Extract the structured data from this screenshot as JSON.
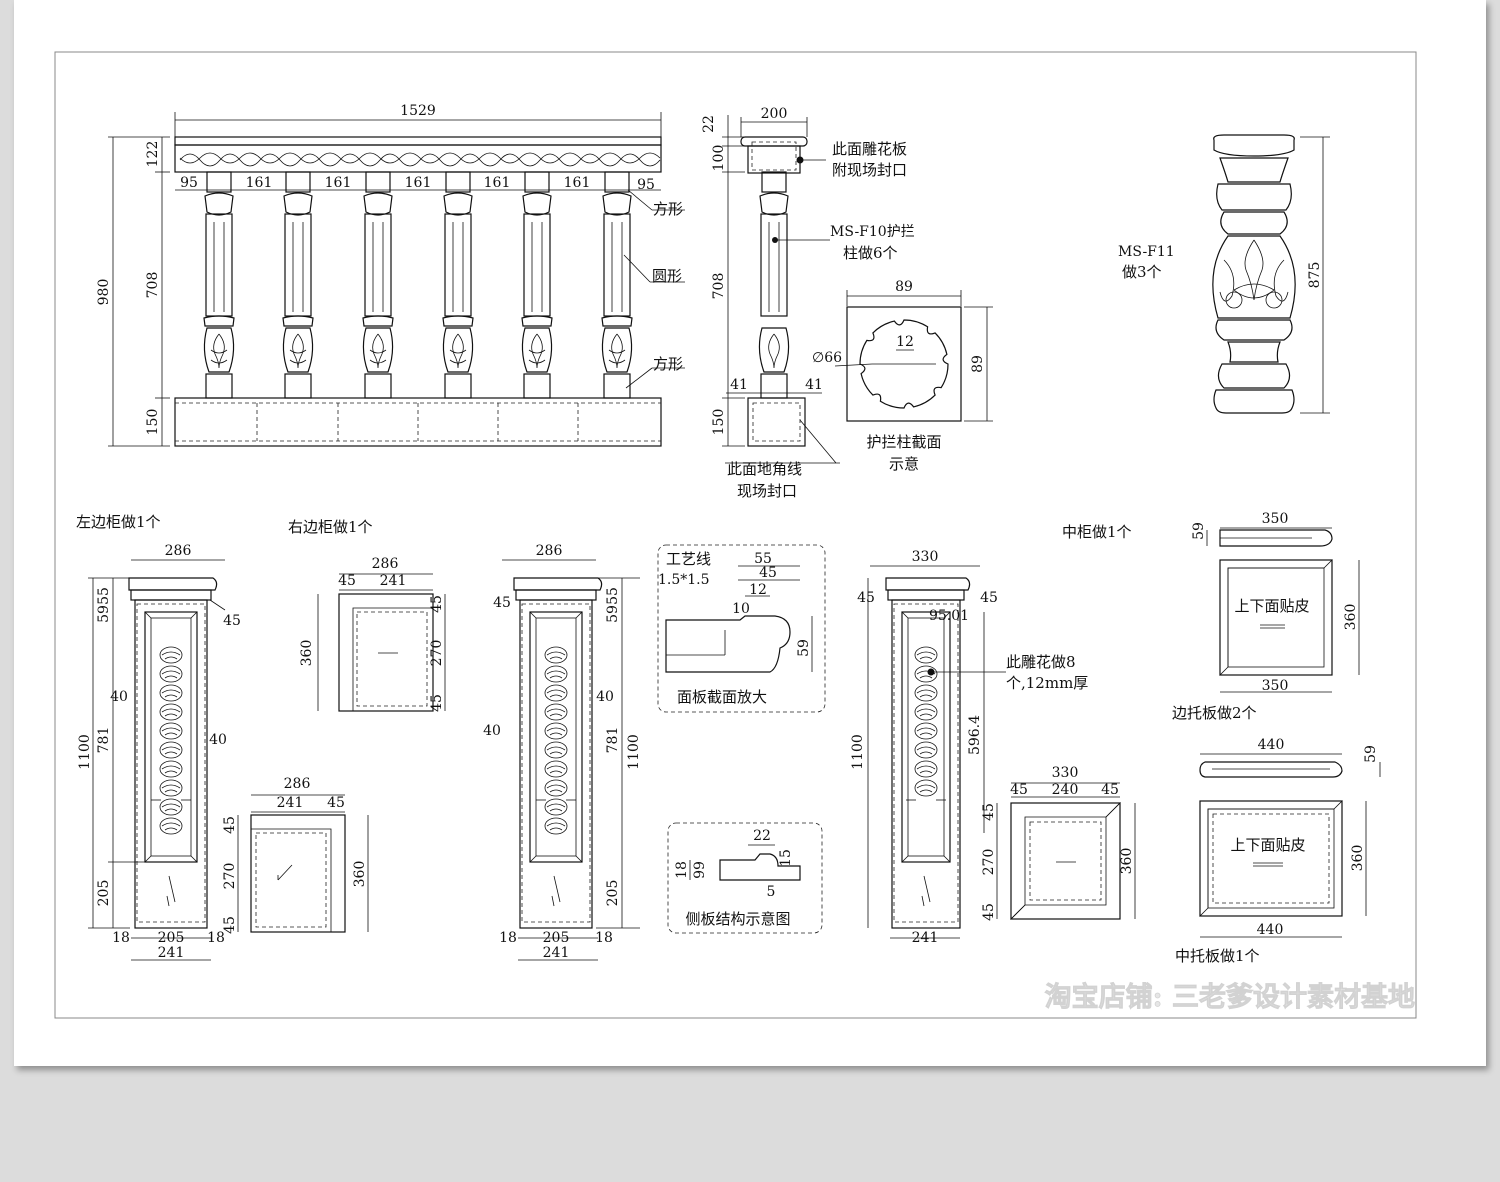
{
  "title_labels": {
    "rail_top_note_1": "此面雕花板",
    "rail_top_note_2": "附现场封口",
    "rail_post_note_1": "MS-F10护拦",
    "rail_post_note_2": "柱做6个",
    "rail_base_note_1": "此面地角线",
    "rail_base_note_2": "现场封口",
    "section_caption_1": "护拦柱截面",
    "section_caption_2": "示意",
    "column_note_1": "MS-F11",
    "column_note_2": "做3个",
    "square_1": "方形",
    "round": "圆形",
    "square_2": "方形",
    "left_cabinet": "左边柜做1个",
    "right_cabinet": "右边柜做1个",
    "middle_cabinet": "中柜做1个",
    "craft_line": "工艺线",
    "craft_spec": "1.5*1.5",
    "panel_section": "面板截面放大",
    "side_structure": "侧板结构示意图",
    "carve_note_1": "此雕花做8",
    "carve_note_2": "个,12mm厚",
    "veneer_1": "上下面贴皮",
    "side_board": "边托板做2个",
    "veneer_2": "上下面贴皮",
    "mid_board": "中托板做1个",
    "watermark": "淘宝店铺: 三老爹设计素材基地"
  },
  "dimensions": {
    "rail_width": "1529",
    "rail_height": "980",
    "rail_top": "122",
    "rail_mid": "708",
    "rail_base": "150",
    "spacing_end": "95",
    "spacing": "161",
    "side_top_w": "200",
    "side_top_h1": "22",
    "side_top_h2": "100",
    "side_mid": "708",
    "side_base": "150",
    "side_41": "41",
    "sect_w": "89",
    "sect_h": "89",
    "sect_12": "12",
    "sect_dia": "∅66",
    "col_h": "875",
    "cab_286": "286",
    "cab_55": "55",
    "cab_59": "59",
    "cab_45": "45",
    "cab_40": "40",
    "cab_781": "781",
    "cab_1100": "1100",
    "cab_205": "205",
    "cab_18": "18",
    "cab_241": "241",
    "cab_360": "360",
    "cab_270": "270",
    "mid_330": "330",
    "mid_95": "95.01",
    "mid_596": "596.4",
    "mid_240": "240",
    "det_55": "55",
    "det_45": "45",
    "det_12": "12",
    "det_10": "10",
    "det_59": "59",
    "det_22": "22",
    "det_18": "18",
    "det_99": "99",
    "det_15": "15",
    "det_5": "5",
    "board_350": "350",
    "board_59": "59",
    "board_360": "360",
    "board_440": "440"
  }
}
